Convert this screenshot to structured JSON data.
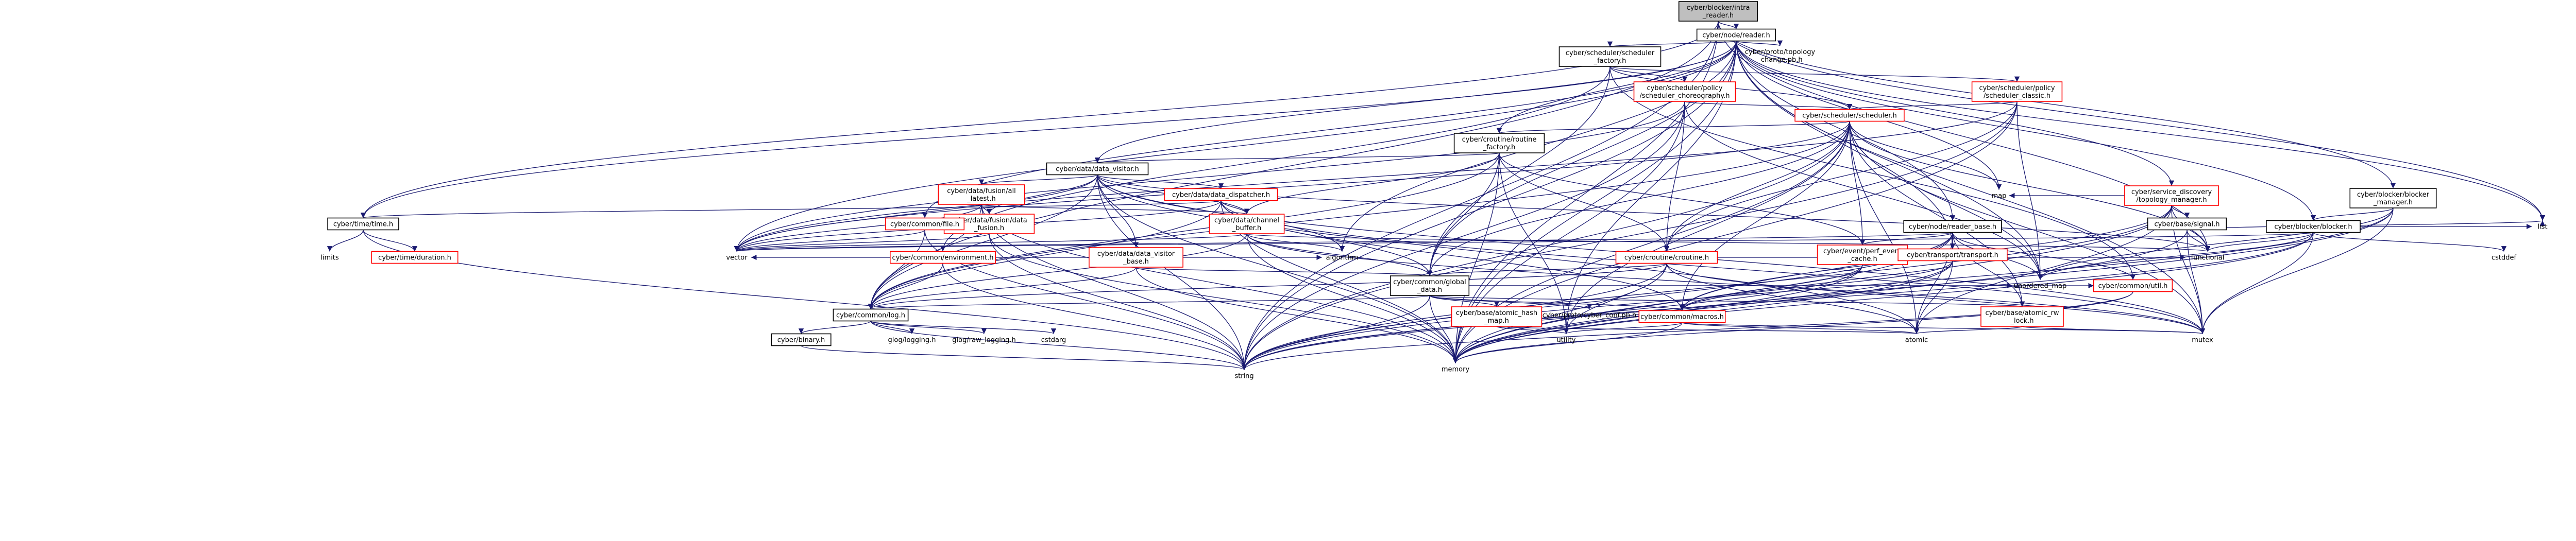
{
  "nodes": [
    {
      "id": "root",
      "lines": [
        "cyber/blocker/intra",
        "_reader.h"
      ],
      "kind": "root"
    },
    {
      "id": "node_reader",
      "lines": [
        "cyber/node/reader.h"
      ],
      "kind": "plain"
    },
    {
      "id": "blocker_manager",
      "lines": [
        "cyber/blocker/blocker",
        "_manager.h"
      ],
      "kind": "plain"
    },
    {
      "id": "blocker",
      "lines": [
        "cyber/blocker/blocker.h"
      ],
      "kind": "plain"
    },
    {
      "id": "sched_factory",
      "lines": [
        "cyber/scheduler/scheduler",
        "_factory.h"
      ],
      "kind": "plain"
    },
    {
      "id": "topology_change",
      "lines": [
        "cyber/proto/topology",
        "_change.pb.h"
      ],
      "kind": "sys"
    },
    {
      "id": "policy_choreo",
      "lines": [
        "cyber/scheduler/policy",
        "/scheduler_choreography.h"
      ],
      "kind": "red"
    },
    {
      "id": "policy_classic",
      "lines": [
        "cyber/scheduler/policy",
        "/scheduler_classic.h"
      ],
      "kind": "red"
    },
    {
      "id": "scheduler",
      "lines": [
        "cyber/scheduler/scheduler.h"
      ],
      "kind": "red"
    },
    {
      "id": "routine_factory",
      "lines": [
        "cyber/croutine/routine",
        "_factory.h"
      ],
      "kind": "plain"
    },
    {
      "id": "data_visitor",
      "lines": [
        "cyber/data/data_visitor.h"
      ],
      "kind": "plain"
    },
    {
      "id": "fusion_all_latest",
      "lines": [
        "cyber/data/fusion/all",
        "_latest.h"
      ],
      "kind": "red"
    },
    {
      "id": "data_dispatcher",
      "lines": [
        "cyber/data/data_dispatcher.h"
      ],
      "kind": "red"
    },
    {
      "id": "data_fusion",
      "lines": [
        "cyber/data/fusion/data",
        "_fusion.h"
      ],
      "kind": "red"
    },
    {
      "id": "channel_buffer",
      "lines": [
        "cyber/data/channel",
        "_buffer.h"
      ],
      "kind": "red"
    },
    {
      "id": "data_visitor_base",
      "lines": [
        "cyber/data/data_visitor",
        "_base.h"
      ],
      "kind": "red"
    },
    {
      "id": "croutine",
      "lines": [
        "cyber/croutine/croutine.h"
      ],
      "kind": "red"
    },
    {
      "id": "service_discovery",
      "lines": [
        "cyber/service_discovery",
        "/topology_manager.h"
      ],
      "kind": "red"
    },
    {
      "id": "signal",
      "lines": [
        "cyber/base/signal.h"
      ],
      "kind": "plain"
    },
    {
      "id": "reader_base",
      "lines": [
        "cyber/node/reader_base.h"
      ],
      "kind": "plain"
    },
    {
      "id": "perf_event",
      "lines": [
        "cyber/event/perf_event",
        "_cache.h"
      ],
      "kind": "red"
    },
    {
      "id": "transport",
      "lines": [
        "cyber/transport/transport.h"
      ],
      "kind": "red"
    },
    {
      "id": "time",
      "lines": [
        "cyber/time/time.h"
      ],
      "kind": "plain"
    },
    {
      "id": "duration",
      "lines": [
        "cyber/time/duration.h"
      ],
      "kind": "red"
    },
    {
      "id": "common_file",
      "lines": [
        "cyber/common/file.h"
      ],
      "kind": "red"
    },
    {
      "id": "environment",
      "lines": [
        "cyber/common/environment.h"
      ],
      "kind": "red"
    },
    {
      "id": "global_data",
      "lines": [
        "cyber/common/global",
        "_data.h"
      ],
      "kind": "plain"
    },
    {
      "id": "atomic_hash_map",
      "lines": [
        "cyber/base/atomic_hash",
        "_map.h"
      ],
      "kind": "red"
    },
    {
      "id": "cyber_conf",
      "lines": [
        "cyber/proto/cyber_conf.pb.h"
      ],
      "kind": "sys"
    },
    {
      "id": "atomic_rw_lock",
      "lines": [
        "cyber/base/atomic_rw",
        "_lock.h"
      ],
      "kind": "red"
    },
    {
      "id": "common_util",
      "lines": [
        "cyber/common/util.h"
      ],
      "kind": "red"
    },
    {
      "id": "common_macros",
      "lines": [
        "cyber/common/macros.h"
      ],
      "kind": "red"
    },
    {
      "id": "common_log",
      "lines": [
        "cyber/common/log.h"
      ],
      "kind": "plain"
    },
    {
      "id": "binary",
      "lines": [
        "cyber/binary.h"
      ],
      "kind": "plain"
    },
    {
      "id": "glog_logging",
      "lines": [
        "glog/logging.h"
      ],
      "kind": "sys"
    },
    {
      "id": "glog_raw_logging",
      "lines": [
        "glog/raw_logging.h"
      ],
      "kind": "sys"
    },
    {
      "id": "cstdarg",
      "lines": [
        "cstdarg"
      ],
      "kind": "sys"
    },
    {
      "id": "limits",
      "lines": [
        "limits"
      ],
      "kind": "sys"
    },
    {
      "id": "vector",
      "lines": [
        "vector"
      ],
      "kind": "sys"
    },
    {
      "id": "algorithm",
      "lines": [
        "algorithm"
      ],
      "kind": "sys"
    },
    {
      "id": "utility",
      "lines": [
        "utility"
      ],
      "kind": "sys"
    },
    {
      "id": "memory",
      "lines": [
        "memory"
      ],
      "kind": "sys"
    },
    {
      "id": "atomic",
      "lines": [
        "atomic"
      ],
      "kind": "sys"
    },
    {
      "id": "string",
      "lines": [
        "string"
      ],
      "kind": "sys"
    },
    {
      "id": "mutex",
      "lines": [
        "mutex"
      ],
      "kind": "sys"
    },
    {
      "id": "unordered_map",
      "lines": [
        "unordered_map"
      ],
      "kind": "sys"
    },
    {
      "id": "functional",
      "lines": [
        "functional"
      ],
      "kind": "sys"
    },
    {
      "id": "map",
      "lines": [
        "map"
      ],
      "kind": "sys"
    },
    {
      "id": "list",
      "lines": [
        "list"
      ],
      "kind": "sys"
    },
    {
      "id": "cstddef",
      "lines": [
        "cstddef"
      ],
      "kind": "sys"
    }
  ],
  "edges": [
    [
      "root",
      "node_reader"
    ],
    [
      "root",
      "blocker_manager"
    ],
    [
      "root",
      "time"
    ],
    [
      "root",
      "common_log"
    ],
    [
      "root",
      "memory"
    ],
    [
      "root",
      "string"
    ],
    [
      "root",
      "list"
    ],
    [
      "root",
      "functional"
    ],
    [
      "node_reader",
      "sched_factory"
    ],
    [
      "node_reader",
      "topology_change"
    ],
    [
      "node_reader",
      "routine_factory"
    ],
    [
      "node_reader",
      "data_visitor"
    ],
    [
      "node_reader",
      "service_discovery"
    ],
    [
      "node_reader",
      "reader_base"
    ],
    [
      "node_reader",
      "blocker"
    ],
    [
      "node_reader",
      "time"
    ],
    [
      "node_reader",
      "common_file"
    ],
    [
      "node_reader",
      "global_data"
    ],
    [
      "node_reader",
      "transport"
    ],
    [
      "node_reader",
      "vector"
    ],
    [
      "node_reader",
      "algorithm"
    ],
    [
      "node_reader",
      "utility"
    ],
    [
      "node_reader",
      "memory"
    ],
    [
      "node_reader",
      "string"
    ],
    [
      "node_reader",
      "mutex"
    ],
    [
      "node_reader",
      "unordered_map"
    ],
    [
      "node_reader",
      "list"
    ],
    [
      "node_reader",
      "map"
    ],
    [
      "sched_factory",
      "policy_choreo"
    ],
    [
      "sched_factory",
      "policy_classic"
    ],
    [
      "sched_factory",
      "scheduler"
    ],
    [
      "sched_factory",
      "global_data"
    ],
    [
      "sched_factory",
      "environment"
    ],
    [
      "sched_factory",
      "common_util"
    ],
    [
      "policy_choreo",
      "scheduler"
    ],
    [
      "policy_choreo",
      "croutine"
    ],
    [
      "policy_choreo",
      "memory"
    ],
    [
      "policy_choreo",
      "string"
    ],
    [
      "policy_choreo",
      "vector"
    ],
    [
      "policy_choreo",
      "unordered_map"
    ],
    [
      "policy_classic",
      "scheduler"
    ],
    [
      "policy_classic",
      "croutine"
    ],
    [
      "policy_classic",
      "memory"
    ],
    [
      "policy_classic",
      "string"
    ],
    [
      "policy_classic",
      "vector"
    ],
    [
      "policy_classic",
      "unordered_map"
    ],
    [
      "scheduler",
      "routine_factory"
    ],
    [
      "scheduler",
      "croutine"
    ],
    [
      "scheduler",
      "common_log"
    ],
    [
      "scheduler",
      "common_macros"
    ],
    [
      "scheduler",
      "global_data"
    ],
    [
      "scheduler",
      "perf_event"
    ],
    [
      "scheduler",
      "atomic_rw_lock"
    ],
    [
      "scheduler",
      "atomic"
    ],
    [
      "scheduler",
      "memory"
    ],
    [
      "scheduler",
      "mutex"
    ],
    [
      "scheduler",
      "string"
    ],
    [
      "scheduler",
      "vector"
    ],
    [
      "scheduler",
      "unordered_map"
    ],
    [
      "scheduler",
      "map"
    ],
    [
      "scheduler",
      "utility"
    ],
    [
      "scheduler",
      "functional"
    ],
    [
      "routine_factory",
      "data_visitor"
    ],
    [
      "routine_factory",
      "croutine"
    ],
    [
      "routine_factory",
      "channel_buffer"
    ],
    [
      "routine_factory",
      "global_data"
    ],
    [
      "routine_factory",
      "common_log"
    ],
    [
      "routine_factory",
      "memory"
    ],
    [
      "routine_factory",
      "utility"
    ],
    [
      "routine_factory",
      "perf_event"
    ],
    [
      "data_visitor",
      "fusion_all_latest"
    ],
    [
      "data_visitor",
      "data_dispatcher"
    ],
    [
      "data_visitor",
      "data_fusion"
    ],
    [
      "data_visitor",
      "channel_buffer"
    ],
    [
      "data_visitor",
      "data_visitor_base"
    ],
    [
      "data_visitor",
      "common_log"
    ],
    [
      "data_visitor",
      "algorithm"
    ],
    [
      "data_visitor",
      "functional"
    ],
    [
      "data_visitor",
      "memory"
    ],
    [
      "data_visitor",
      "vector"
    ],
    [
      "data_visitor",
      "atomic"
    ],
    [
      "data_visitor",
      "mutex"
    ],
    [
      "data_visitor",
      "string"
    ],
    [
      "fusion_all_latest",
      "data_fusion"
    ],
    [
      "fusion_all_latest",
      "channel_buffer"
    ],
    [
      "fusion_all_latest",
      "vector"
    ],
    [
      "fusion_all_latest",
      "memory"
    ],
    [
      "fusion_all_latest",
      "string"
    ],
    [
      "fusion_all_latest",
      "common_log"
    ],
    [
      "data_dispatcher",
      "channel_buffer"
    ],
    [
      "data_dispatcher",
      "time"
    ],
    [
      "data_dispatcher",
      "common_log"
    ],
    [
      "data_dispatcher",
      "common_macros"
    ],
    [
      "data_dispatcher",
      "vector"
    ],
    [
      "data_dispatcher",
      "memory"
    ],
    [
      "data_dispatcher",
      "mutex"
    ],
    [
      "data_dispatcher",
      "global_data"
    ],
    [
      "data_fusion",
      "vector"
    ],
    [
      "data_fusion",
      "memory"
    ],
    [
      "data_fusion",
      "string"
    ],
    [
      "channel_buffer",
      "global_data"
    ],
    [
      "channel_buffer",
      "common_log"
    ],
    [
      "channel_buffer",
      "algorithm"
    ],
    [
      "channel_buffer",
      "functional"
    ],
    [
      "channel_buffer",
      "memory"
    ],
    [
      "channel_buffer",
      "vector"
    ],
    [
      "channel_buffer",
      "mutex"
    ],
    [
      "data_visitor_base",
      "global_data"
    ],
    [
      "data_visitor_base",
      "common_log"
    ],
    [
      "data_visitor_base",
      "vector"
    ],
    [
      "data_visitor_base",
      "algorithm"
    ],
    [
      "data_visitor_base",
      "memory"
    ],
    [
      "croutine",
      "common_log"
    ],
    [
      "croutine",
      "global_data"
    ],
    [
      "croutine",
      "atomic"
    ],
    [
      "croutine",
      "memory"
    ],
    [
      "croutine",
      "mutex"
    ],
    [
      "croutine",
      "functional"
    ],
    [
      "croutine",
      "string"
    ],
    [
      "croutine",
      "utility"
    ],
    [
      "service_discovery",
      "signal"
    ],
    [
      "service_discovery",
      "common_macros"
    ],
    [
      "service_discovery",
      "memory"
    ],
    [
      "service_discovery",
      "mutex"
    ],
    [
      "service_discovery",
      "atomic"
    ],
    [
      "service_discovery",
      "string"
    ],
    [
      "service_discovery",
      "map"
    ],
    [
      "service_discovery",
      "functional"
    ],
    [
      "signal",
      "functional"
    ],
    [
      "signal",
      "list"
    ],
    [
      "signal",
      "memory"
    ],
    [
      "signal",
      "mutex"
    ],
    [
      "reader_base",
      "perf_event"
    ],
    [
      "reader_base",
      "transport"
    ],
    [
      "reader_base",
      "common_macros"
    ],
    [
      "reader_base",
      "common_util"
    ],
    [
      "reader_base",
      "atomic_rw_lock"
    ],
    [
      "reader_base",
      "memory"
    ],
    [
      "reader_base",
      "atomic"
    ],
    [
      "reader_base",
      "string"
    ],
    [
      "reader_base",
      "unordered_map"
    ],
    [
      "reader_base",
      "vector"
    ],
    [
      "perf_event",
      "common_macros"
    ],
    [
      "perf_event",
      "memory"
    ],
    [
      "perf_event",
      "string"
    ],
    [
      "transport",
      "common_macros"
    ],
    [
      "transport",
      "atomic"
    ],
    [
      "transport",
      "memory"
    ],
    [
      "transport",
      "string"
    ],
    [
      "time",
      "limits"
    ],
    [
      "time",
      "duration"
    ],
    [
      "time",
      "string"
    ],
    [
      "common_file",
      "common_log"
    ],
    [
      "common_file",
      "vector"
    ],
    [
      "common_file",
      "string"
    ],
    [
      "environment",
      "common_log"
    ],
    [
      "environment",
      "string"
    ],
    [
      "global_data",
      "atomic_hash_map"
    ],
    [
      "global_data",
      "cyber_conf"
    ],
    [
      "global_data",
      "atomic_rw_lock"
    ],
    [
      "global_data",
      "common_util"
    ],
    [
      "global_data",
      "common_macros"
    ],
    [
      "global_data",
      "common_log"
    ],
    [
      "global_data",
      "unordered_map"
    ],
    [
      "global_data",
      "string"
    ],
    [
      "global_data",
      "memory"
    ],
    [
      "atomic_hash_map",
      "utility"
    ],
    [
      "atomic_hash_map",
      "atomic"
    ],
    [
      "atomic_rw_lock",
      "mutex"
    ],
    [
      "atomic_rw_lock",
      "atomic"
    ],
    [
      "common_util",
      "string"
    ],
    [
      "common_util",
      "memory"
    ],
    [
      "common_macros",
      "memory"
    ],
    [
      "common_macros",
      "utility"
    ],
    [
      "common_macros",
      "atomic"
    ],
    [
      "common_macros",
      "mutex"
    ],
    [
      "common_log",
      "binary"
    ],
    [
      "common_log",
      "glog_logging"
    ],
    [
      "common_log",
      "glog_raw_logging"
    ],
    [
      "common_log",
      "cstdarg"
    ],
    [
      "common_log",
      "string"
    ],
    [
      "binary",
      "string"
    ],
    [
      "blocker_manager",
      "blocker"
    ],
    [
      "blocker_manager",
      "memory"
    ],
    [
      "blocker_manager",
      "mutex"
    ],
    [
      "blocker_manager",
      "string"
    ],
    [
      "blocker_manager",
      "unordered_map"
    ],
    [
      "blocker",
      "cstddef"
    ],
    [
      "blocker",
      "functional"
    ],
    [
      "blocker",
      "list"
    ],
    [
      "blocker",
      "memory"
    ],
    [
      "blocker",
      "mutex"
    ],
    [
      "blocker",
      "string"
    ],
    [
      "blocker",
      "unordered_map"
    ],
    [
      "blocker",
      "vector"
    ]
  ]
}
